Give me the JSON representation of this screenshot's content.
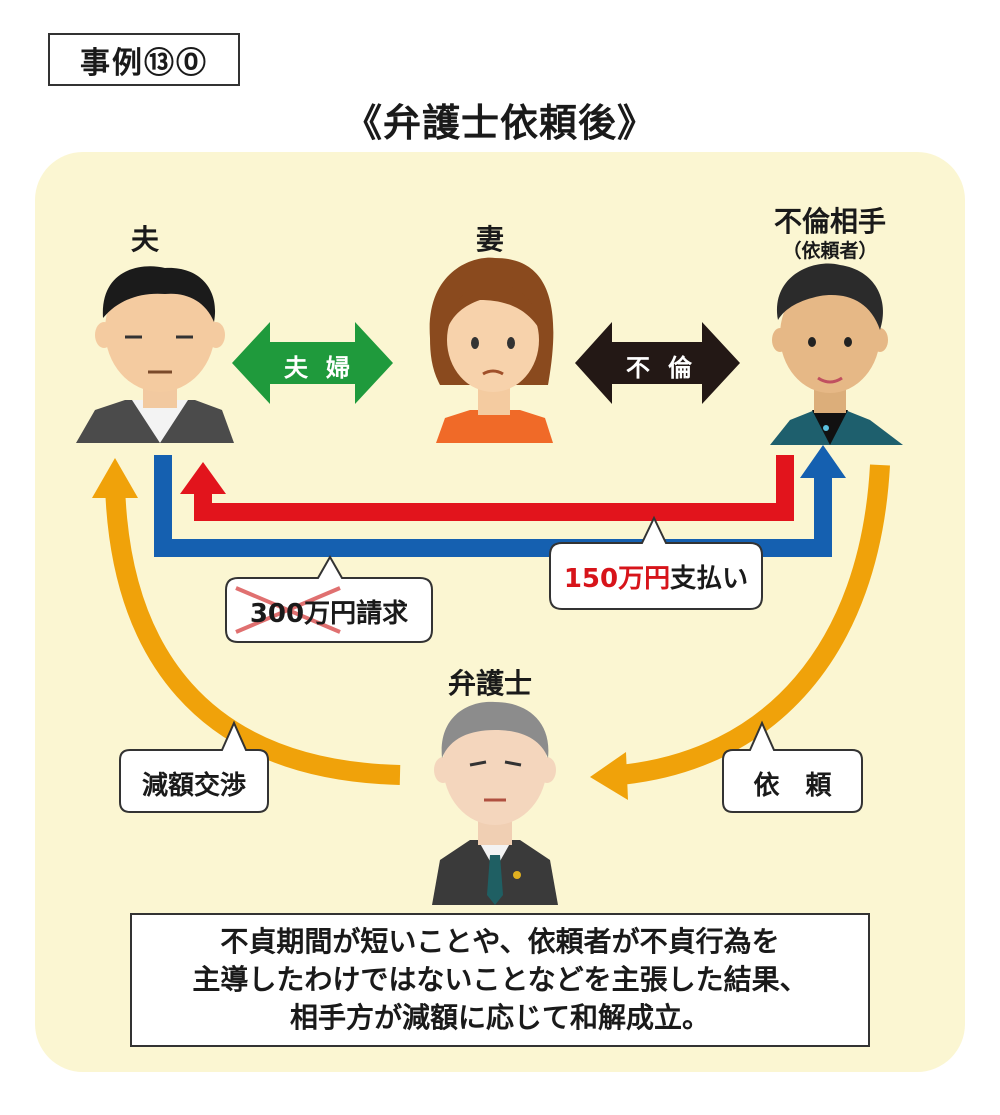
{
  "case_label": "事例⑬⓪",
  "title": "《弁護士依頼後》",
  "people": {
    "husband": "夫",
    "wife": "妻",
    "partner": "不倫相手",
    "partner_sub": "（依頼者）",
    "lawyer": "弁護士"
  },
  "relations": {
    "couple": "夫婦",
    "affair": "不倫"
  },
  "bubbles": {
    "claim_amount": "300万円",
    "claim_suffix": "請求",
    "paid_amount": "150万円",
    "paid_suffix": "支払い",
    "negotiation": "減額交渉",
    "request": "依　頼"
  },
  "caption": {
    "line1": "不貞期間が短いことや、依頼者が不貞行為を",
    "line2": "主導したわけではないことなどを主張した結果、",
    "line3": "相手方が減額に応じて和解成立。"
  },
  "colors": {
    "panel": "#fbf6d2",
    "green": "#1f9a3c",
    "black": "#231815",
    "red": "#e2141c",
    "blue": "#1560b0",
    "orange": "#f0a20a"
  }
}
